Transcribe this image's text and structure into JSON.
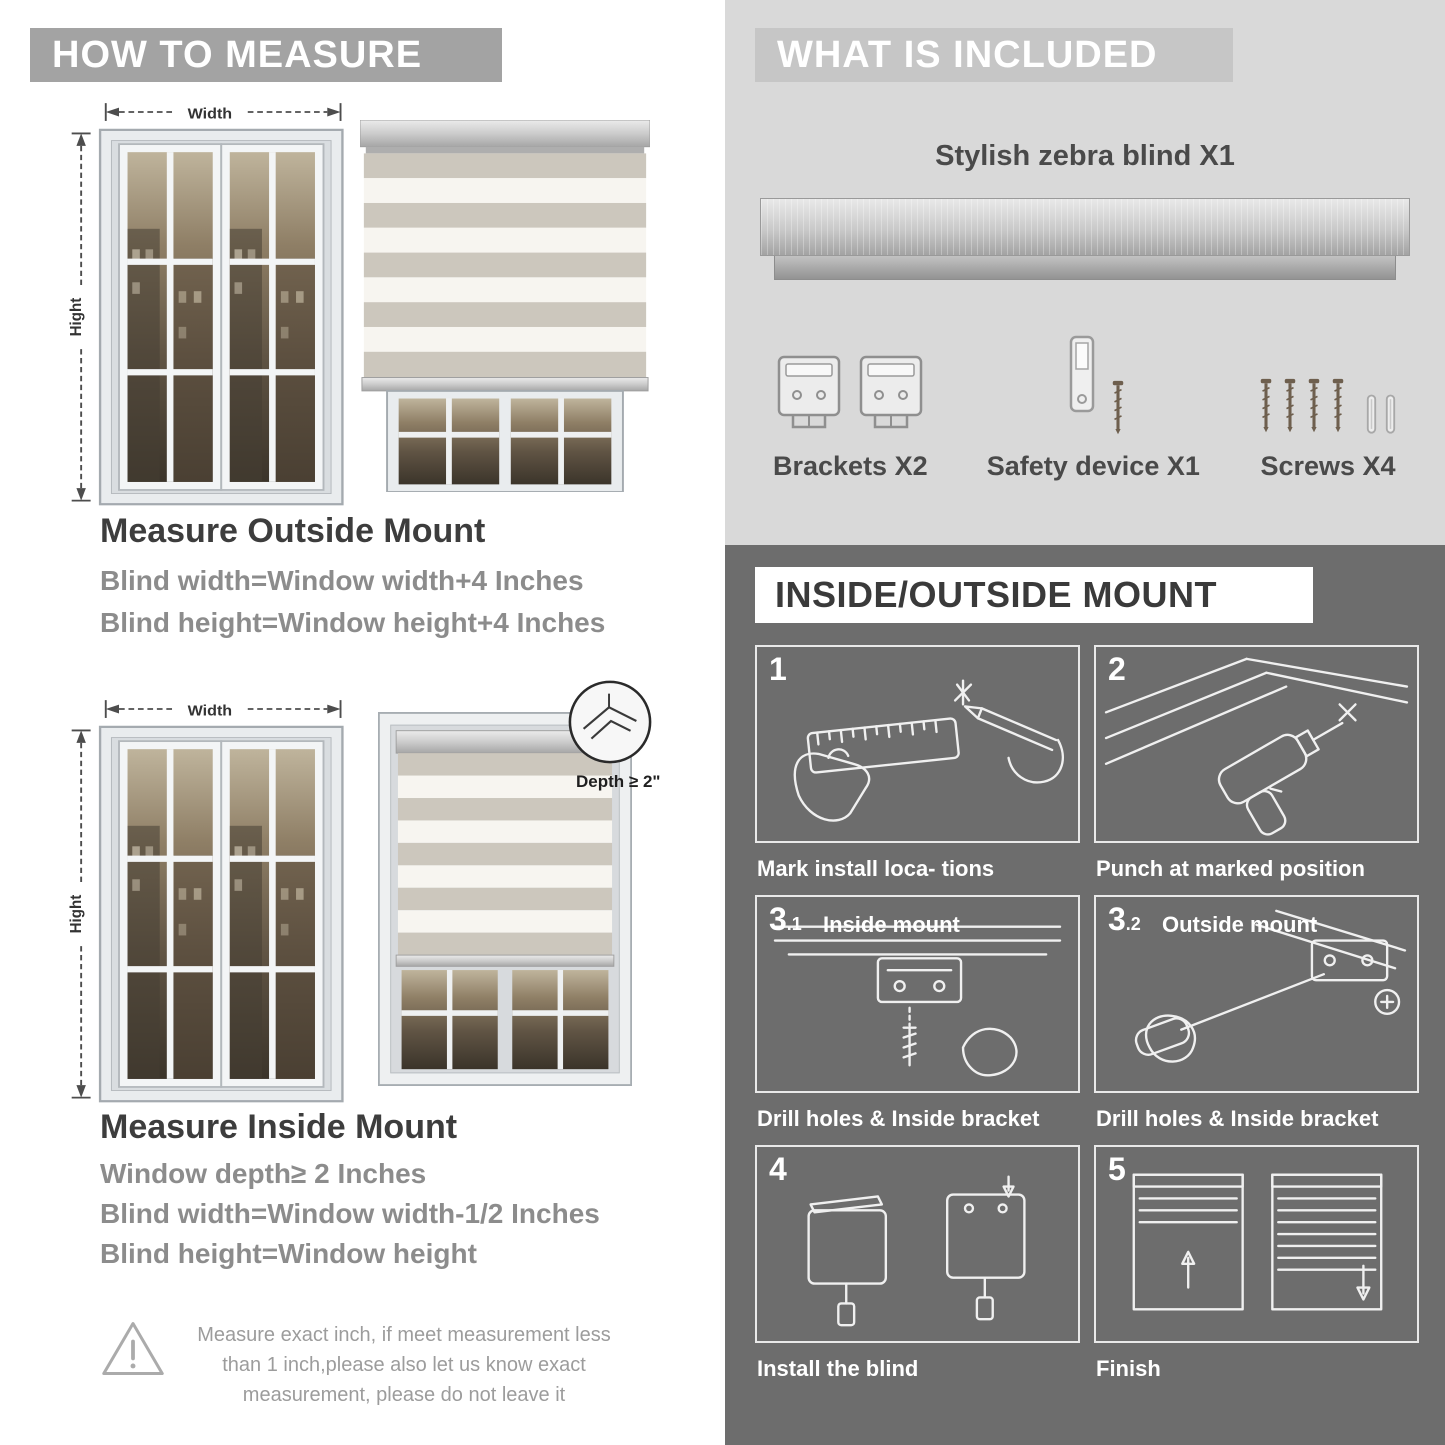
{
  "left": {
    "header": "HOW TO MEASURE",
    "outside_mount": {
      "width_label": "Width",
      "height_label": "Hight",
      "title": "Measure Outside Mount",
      "line1": "Blind width=Window width+4 Inches",
      "line2": "Blind height=Window height+4 Inches"
    },
    "inside_mount": {
      "width_label": "Width",
      "height_label": "Hight",
      "depth_label": "Depth ≥ 2\"",
      "title": "Measure Inside Mount",
      "line1": "Window depth≥ 2 Inches",
      "line2": "Blind width=Window width-1/2 Inches",
      "line3": "Blind height=Window height"
    },
    "warning": {
      "icon": "exclamation-triangle",
      "text": "Measure exact inch, if meet measurement less than 1 inch,please also let us know exact measurement, please do not leave it"
    }
  },
  "right": {
    "included": {
      "header": "WHAT IS INCLUDED",
      "product_label": "Stylish zebra blind X1",
      "items": [
        {
          "label": "Brackets X2",
          "icon": "bracket-icon"
        },
        {
          "label": "Safety device X1",
          "icon": "safety-device-icon"
        },
        {
          "label": "Screws X4",
          "icon": "screw-icon"
        }
      ]
    },
    "mount": {
      "header": "INSIDE/OUTSIDE MOUNT",
      "steps": [
        {
          "num": "1",
          "sub": "",
          "title": "",
          "caption": "Mark install loca- tions"
        },
        {
          "num": "2",
          "sub": "",
          "title": "",
          "caption": "Punch at  marked position"
        },
        {
          "num": "3",
          "sub": ".1",
          "title": "Inside mount",
          "caption": "Drill holes &  Inside bracket"
        },
        {
          "num": "3",
          "sub": ".2",
          "title": "Outside mount",
          "caption": "Drill holes &  Inside bracket"
        },
        {
          "num": "4",
          "sub": "",
          "title": "",
          "caption": "Install the blind"
        },
        {
          "num": "5",
          "sub": "",
          "title": "",
          "caption": "Finish"
        }
      ]
    }
  },
  "colors": {
    "left_banner_bg": "#a3a3a3",
    "included_section_bg": "#d9d9d9",
    "included_banner_bg": "#c6c6c6",
    "dark_section_bg": "#6d6d6d",
    "heading_text": "#3d3d3d",
    "body_text_gray": "#8c8c8c"
  }
}
